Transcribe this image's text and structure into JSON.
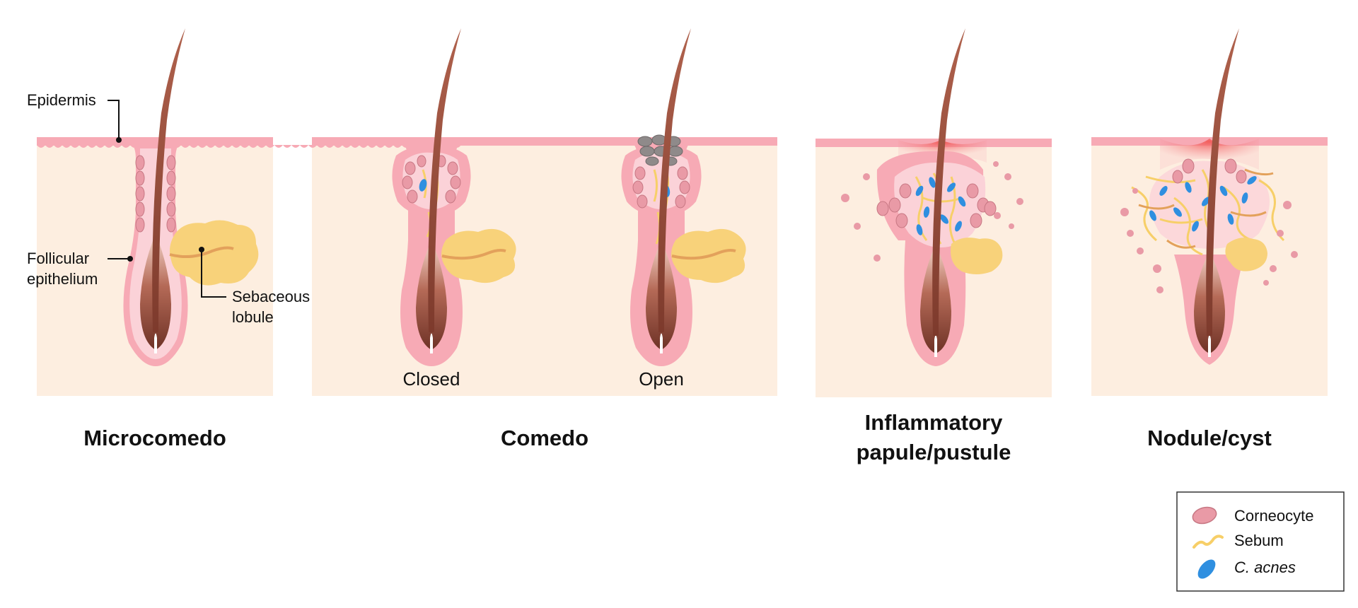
{
  "annotations": {
    "epidermis": "Epidermis",
    "follicular_line1": "Follicular",
    "follicular_line2": "epithelium",
    "sebaceous_line1": "Sebaceous",
    "sebaceous_line2": "lobule"
  },
  "stages": [
    {
      "title": "Microcomedo"
    },
    {
      "title": "Comedo",
      "sublabels": [
        "Closed",
        "Open"
      ]
    },
    {
      "title_line1": "Inflammatory",
      "title_line2": "papule/pustule"
    },
    {
      "title": "Nodule/cyst"
    }
  ],
  "legend": {
    "items": [
      {
        "label": "Corneocyte",
        "icon": "corneocyte-icon",
        "color": "#e99aa6"
      },
      {
        "label": "Sebum",
        "icon": "sebum-icon",
        "color": "#f7cf68"
      },
      {
        "label": "C. acnes",
        "icon": "c-acnes-icon",
        "color": "#2f8fe0"
      }
    ]
  },
  "colors": {
    "dermis": "#fdeee0",
    "epithelium": "#f7aab5",
    "hair": "#9c4f3f",
    "sebaceous": "#f8d27a",
    "inflammation": "#f5605d",
    "plug": "#8f8a8a"
  }
}
